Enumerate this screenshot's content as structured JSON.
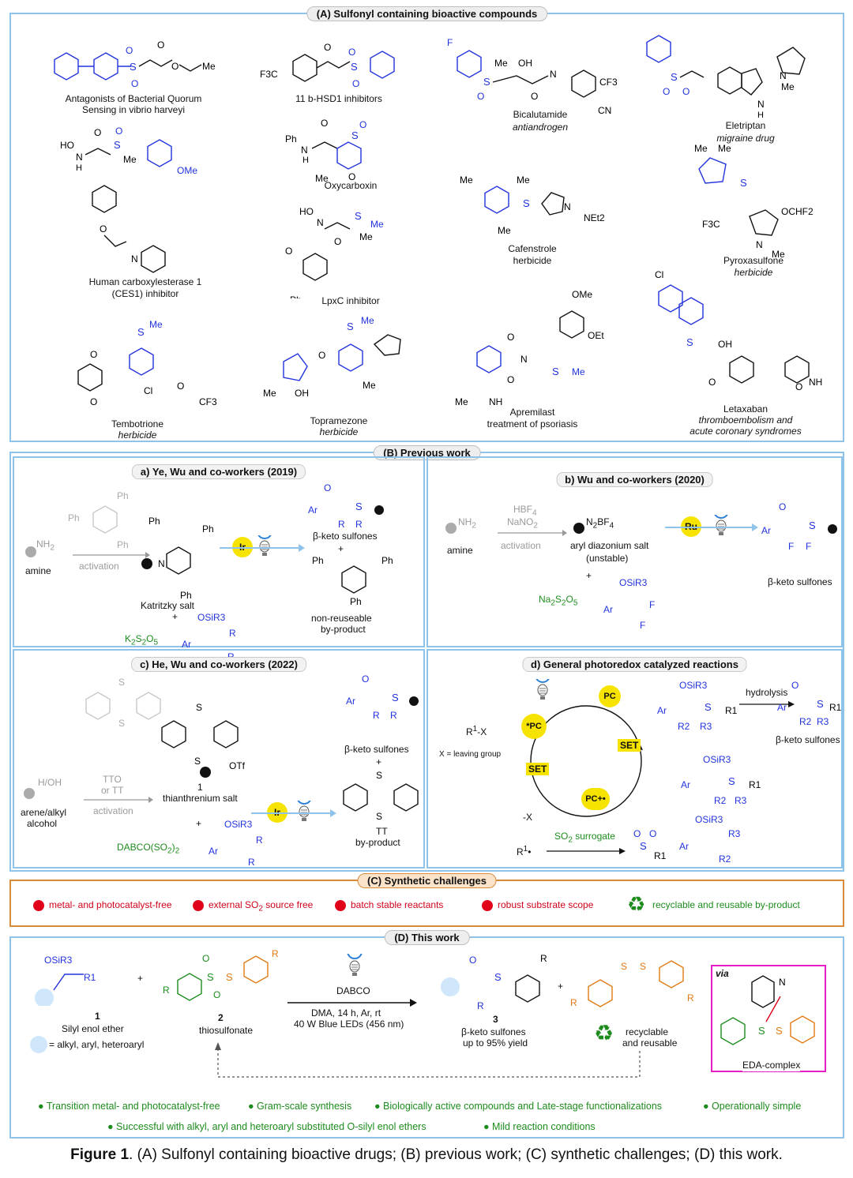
{
  "panelA": {
    "title": "(A) Sulfonyl containing bioactive compounds",
    "compounds": [
      {
        "name": "Antagonists of Bacterial Quorum",
        "name2": "Sensing in vibrio harveyi",
        "note": ""
      },
      {
        "name": "11 b-HSD1 inhibitors",
        "name2": "",
        "note": ""
      },
      {
        "name": "Bicalutamide",
        "name2": "",
        "note": "antiandrogen"
      },
      {
        "name": "Eletriptan",
        "name2": "",
        "note": "migraine drug"
      },
      {
        "name": "Human carboxylesterase 1",
        "name2": "(CES1) inhibitor",
        "note": ""
      },
      {
        "name": "Oxycarboxin",
        "name2": "",
        "note": ""
      },
      {
        "name": "Cafenstrole",
        "name2": "herbicide",
        "note": ""
      },
      {
        "name": "Pyroxasulfone",
        "name2": "",
        "note": "herbicide"
      },
      {
        "name": "LpxC inhibitor",
        "name2": "",
        "note": ""
      },
      {
        "name": "Tembotrione",
        "name2": "",
        "note": "herbicide"
      },
      {
        "name": "Topramezone",
        "name2": "",
        "note": "herbicide"
      },
      {
        "name": "Apremilast",
        "name2": "treatment of psoriasis",
        "note": ""
      },
      {
        "name": "Letaxaban",
        "name2": "",
        "note": "thromboembolism and",
        "note2": "acute coronary syndromes"
      }
    ],
    "atoms": {
      "me": "Me",
      "oet": "OEt",
      "ome": "OMe",
      "cf3": "CF3",
      "cn": "CN",
      "oh": "OH",
      "nh": "NH",
      "n": "N",
      "o": "O",
      "s": "S",
      "cl": "Cl",
      "ph": "Ph",
      "net2": "NEt2",
      "ochf2": "OCHF2",
      "f3c": "F3C",
      "f": "F",
      "h": "H",
      "ho": "HO"
    }
  },
  "panelB": {
    "title": "(B) Previous work",
    "a": {
      "title": "a) Ye, Wu and co-workers (2019)",
      "amine": "amine",
      "activation": "activation",
      "salt": "Katritzky salt",
      "plus": "+",
      "reagent": "K2S2O5",
      "catalyst": "Ir",
      "product": "β-keto sulfones",
      "byproduct": "non-reuseable",
      "byproduct2": "by-product"
    },
    "b": {
      "title": "b) Wu and co-workers (2020)",
      "amine": "amine",
      "reagent1": "HBF4",
      "reagent2": "NaNO2",
      "activation": "activation",
      "salt": "aryl diazonium salt",
      "salt2": "(unstable)",
      "catalyst": "Ru",
      "reagent": "Na2S2O5",
      "product": "β-keto sulfones"
    },
    "c": {
      "title": "c) He, Wu and co-workers (2022)",
      "substrate": "arene/alkyl",
      "substrate2": "alcohol",
      "reagent1": "TTO",
      "reagent2": "or TT",
      "activation": "activation",
      "number": "1",
      "salt": "thianthrenium salt",
      "counterion": "OTf",
      "reagent": "DABCO(SO2)2",
      "catalyst": "Ir",
      "product": "β-keto sulfones",
      "byproduct": "TT",
      "byproduct2": "by-product"
    },
    "d": {
      "title": "d) General photoredox catalyzed reactions",
      "rx": "R1-X",
      "leaving": "X = leaving group",
      "pc": "PC",
      "pcstar": "*PC",
      "pcplus": "PC+•",
      "set": "SET",
      "minusx": "-X",
      "radical": "R1•",
      "surrogate": "SO2 surrogate",
      "hydrolysis": "hydrolysis",
      "product": "β-keto sulfones"
    }
  },
  "panelC": {
    "title": "(C) Synthetic challenges",
    "items": [
      "metal- and photocatalyst-free",
      "external SO2 source free",
      "batch stable reactants",
      "robust substrate scope",
      "recyclable and reusable by-product"
    ],
    "colors": {
      "red": "#d0021b",
      "green": "#1d8c1d"
    }
  },
  "panelD": {
    "title": "(D) This work",
    "sub1_num": "1",
    "sub1": "Silyl enol ether",
    "sub1_def": "= alkyl, aryl, heteroaryl",
    "sub2_num": "2",
    "sub2": "thiosulfonate",
    "plus": "+",
    "reagent": "DABCO",
    "conditions": "DMA, 14 h, Ar, rt",
    "light": "40 W Blue LEDs (456 nm)",
    "prod_num": "3",
    "product": "β-keto sulfones",
    "yield": "up to 95% yield",
    "recycle": "recyclable",
    "recycle2": "and reusable",
    "via": "via",
    "eda": "EDA-complex",
    "bullets": [
      "Transition metal- and photocatalyst-free",
      "Gram-scale synthesis",
      "Biologically active compounds and Late-stage functionalizations",
      "Operationally simple",
      "Successful with alkyl, aryl and heteroaryl substituted O-silyl enol ethers",
      "Mild reaction conditions"
    ]
  },
  "caption": {
    "label": "Figure 1",
    "text": ". (A) Sulfonyl containing bioactive drugs; (B) previous work; (C) synthetic challenges; (D) this work."
  }
}
